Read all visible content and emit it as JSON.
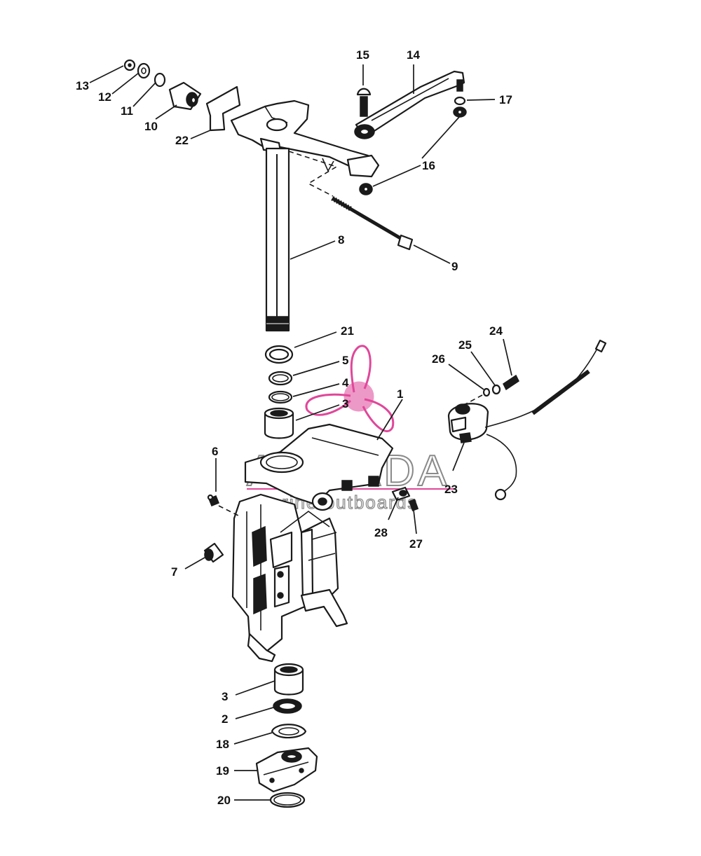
{
  "watermark": {
    "brand": "ARMADA",
    "tagline": "marine outboards",
    "logo_color": "#e0479a",
    "text_color": "#8a8a8a"
  },
  "callouts": [
    {
      "id": "1",
      "label": "1"
    },
    {
      "id": "2",
      "label": "2"
    },
    {
      "id": "3a",
      "label": "3"
    },
    {
      "id": "3b",
      "label": "3"
    },
    {
      "id": "4",
      "label": "4"
    },
    {
      "id": "5",
      "label": "5"
    },
    {
      "id": "6",
      "label": "6"
    },
    {
      "id": "7",
      "label": "7"
    },
    {
      "id": "8",
      "label": "8"
    },
    {
      "id": "9",
      "label": "9"
    },
    {
      "id": "10",
      "label": "10"
    },
    {
      "id": "11",
      "label": "11"
    },
    {
      "id": "12",
      "label": "12"
    },
    {
      "id": "13",
      "label": "13"
    },
    {
      "id": "14",
      "label": "14"
    },
    {
      "id": "15",
      "label": "15"
    },
    {
      "id": "16",
      "label": "16"
    },
    {
      "id": "17",
      "label": "17"
    },
    {
      "id": "18",
      "label": "18"
    },
    {
      "id": "19",
      "label": "19"
    },
    {
      "id": "20",
      "label": "20"
    },
    {
      "id": "21",
      "label": "21"
    },
    {
      "id": "22",
      "label": "22"
    },
    {
      "id": "23",
      "label": "23"
    },
    {
      "id": "24",
      "label": "24"
    },
    {
      "id": "25",
      "label": "25"
    },
    {
      "id": "26",
      "label": "26"
    },
    {
      "id": "27",
      "label": "27"
    },
    {
      "id": "28",
      "label": "28"
    }
  ]
}
